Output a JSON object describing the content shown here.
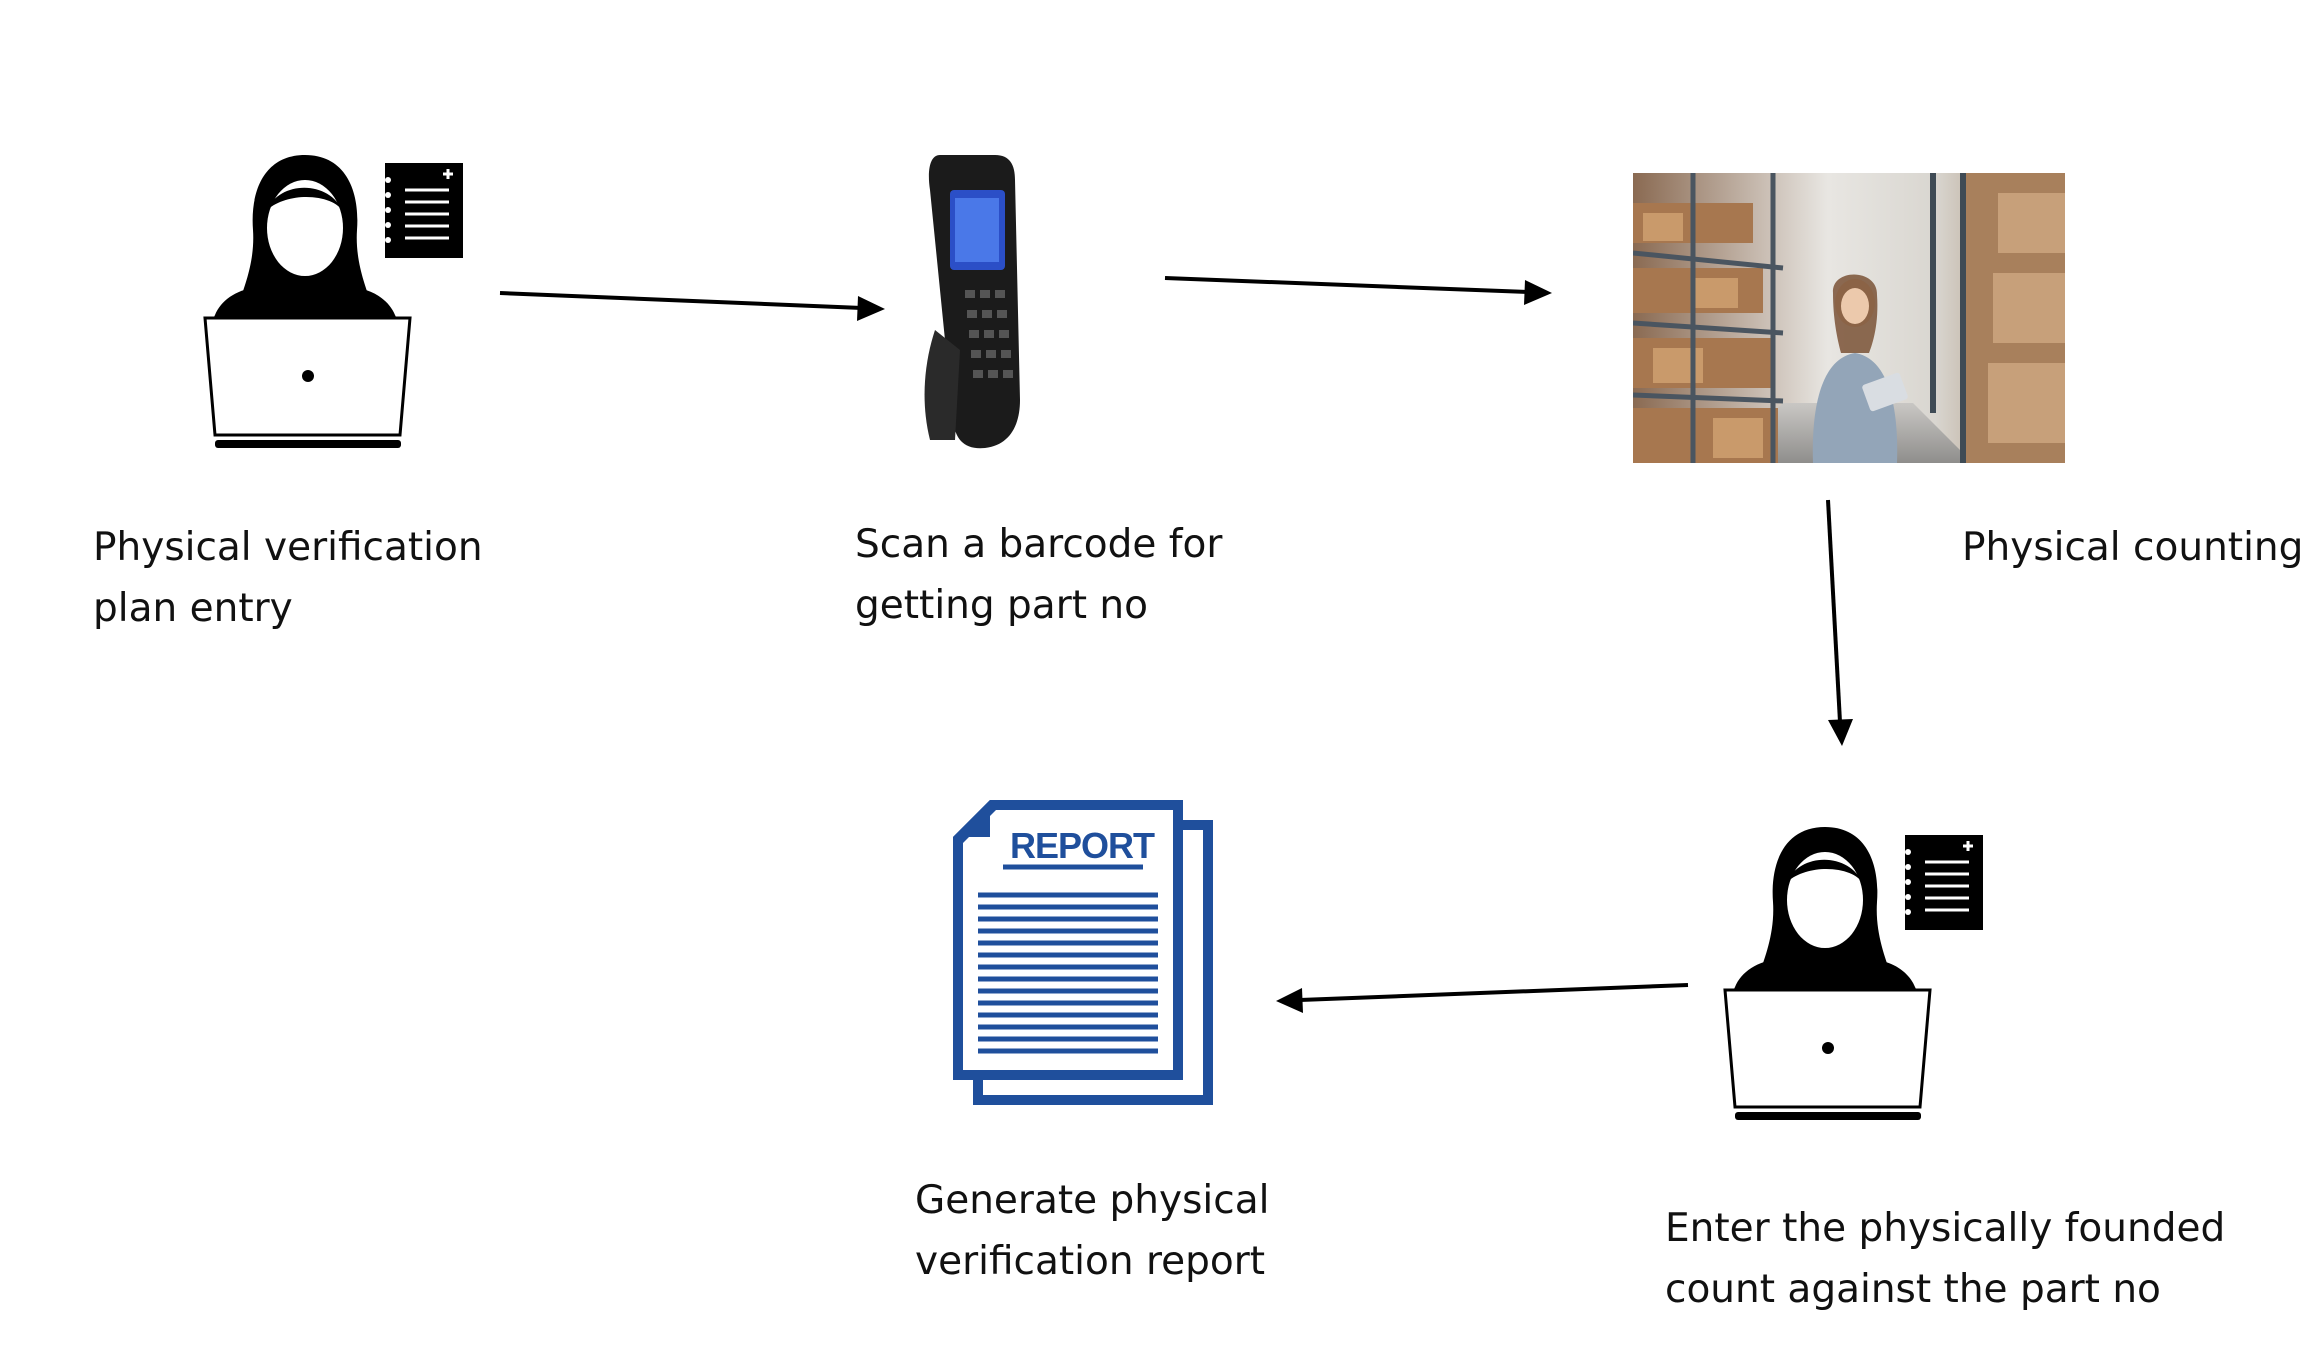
{
  "steps": [
    {
      "id": "plan-entry",
      "icon": "person-laptop-icon",
      "label_lines": [
        "Physical verification",
        "plan entry"
      ]
    },
    {
      "id": "scan-barcode",
      "icon": "barcode-scanner-icon",
      "label_lines": [
        "Scan a barcode for",
        "getting part no"
      ]
    },
    {
      "id": "physical-counting",
      "icon": "warehouse-photo",
      "label_lines": [
        "Physical counting"
      ]
    },
    {
      "id": "enter-count",
      "icon": "person-laptop-icon",
      "label_lines": [
        "Enter the physically founded",
        "count against the part no"
      ]
    },
    {
      "id": "generate-report",
      "icon": "report-document-icon",
      "label_lines": [
        "Generate physical",
        "verification report"
      ],
      "doc_title": "REPORT"
    }
  ],
  "flow": [
    "plan-entry",
    "scan-barcode",
    "physical-counting",
    "enter-count",
    "generate-report"
  ],
  "colors": {
    "report_blue": "#1f4f9c",
    "text": "#111111",
    "icon": "#000000"
  }
}
